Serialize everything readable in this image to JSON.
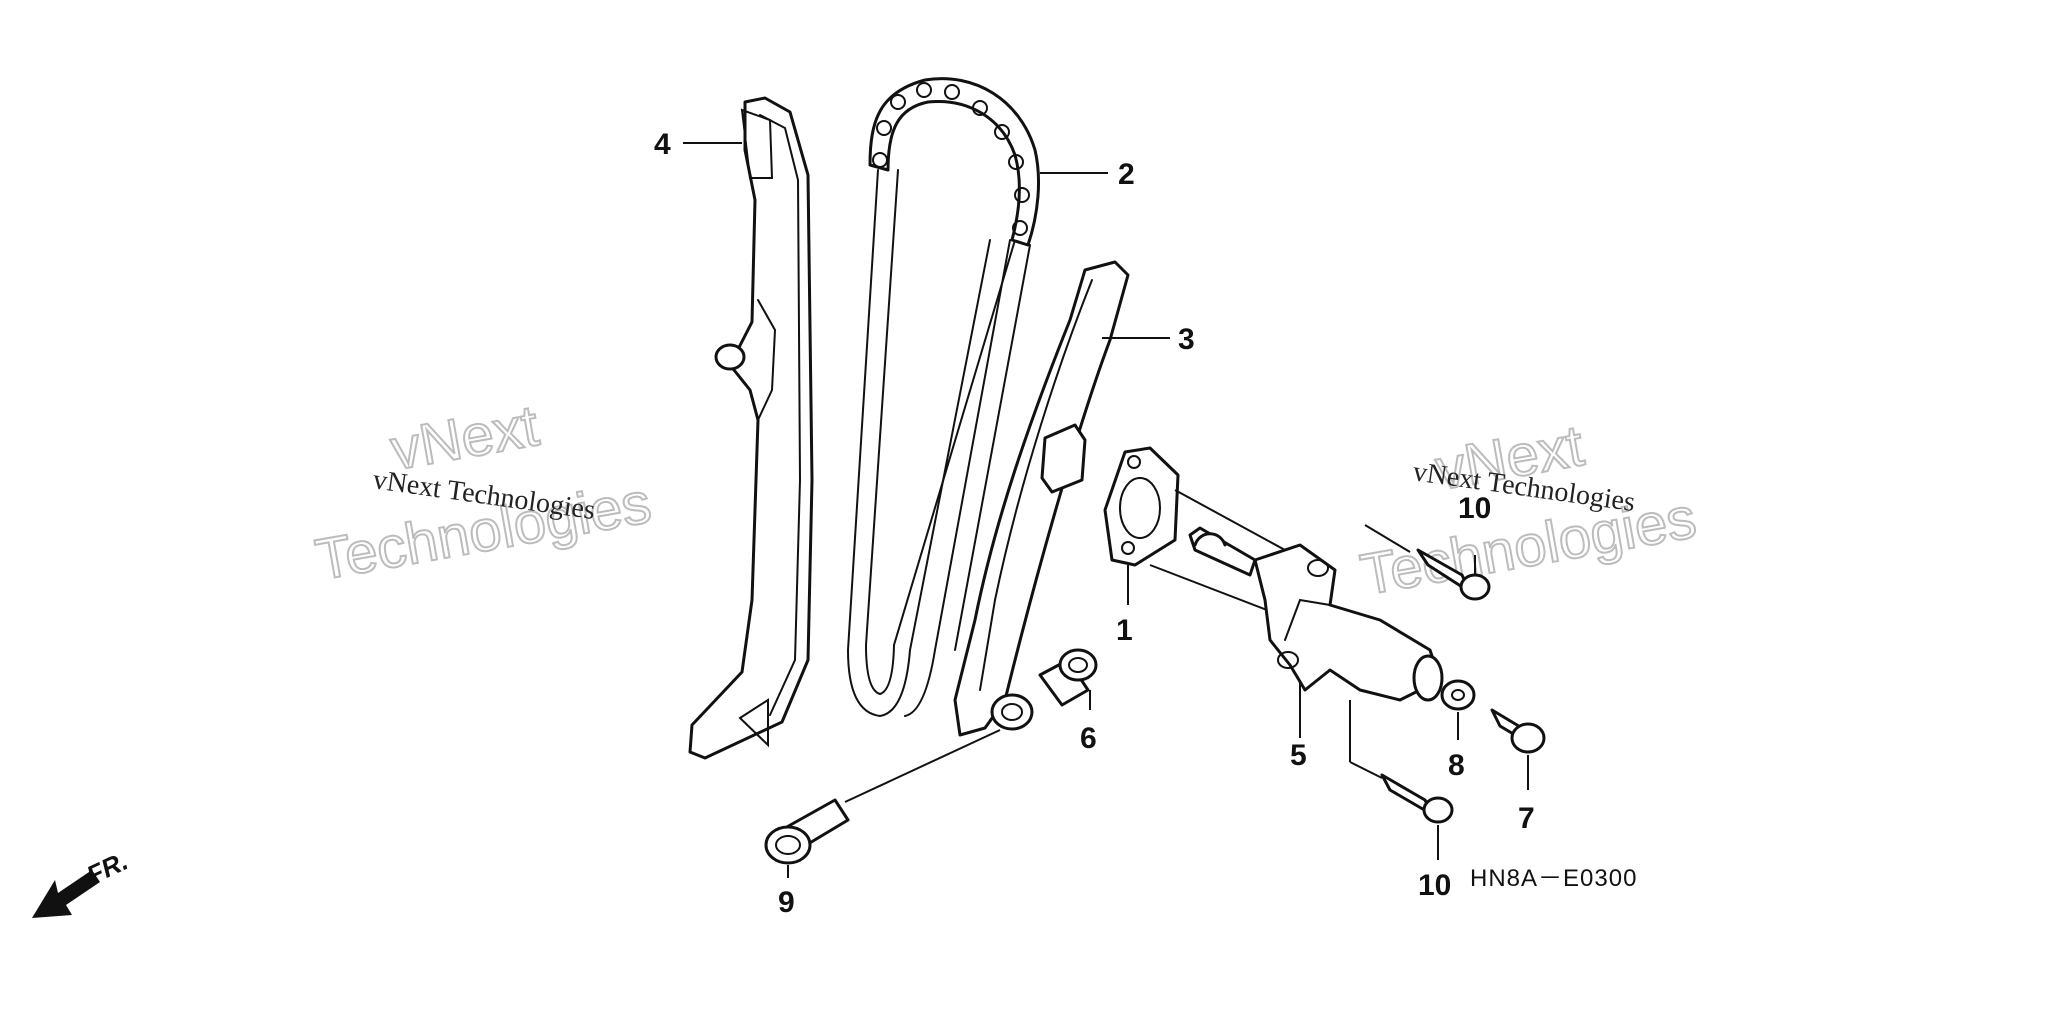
{
  "diagram": {
    "code_label": "HN8A－E0300",
    "direction_label": "FR.",
    "watermark": {
      "small_text": "vNext Technologies",
      "big_line1": "vNext",
      "big_line2": "Technologies"
    },
    "callouts": [
      {
        "id": "callout-1",
        "text": "1"
      },
      {
        "id": "callout-2",
        "text": "2"
      },
      {
        "id": "callout-3",
        "text": "3"
      },
      {
        "id": "callout-4",
        "text": "4"
      },
      {
        "id": "callout-5",
        "text": "5"
      },
      {
        "id": "callout-6",
        "text": "6"
      },
      {
        "id": "callout-7",
        "text": "7"
      },
      {
        "id": "callout-8",
        "text": "8"
      },
      {
        "id": "callout-9",
        "text": "9"
      },
      {
        "id": "callout-10a",
        "text": "10"
      },
      {
        "id": "callout-10b",
        "text": "10"
      }
    ]
  }
}
